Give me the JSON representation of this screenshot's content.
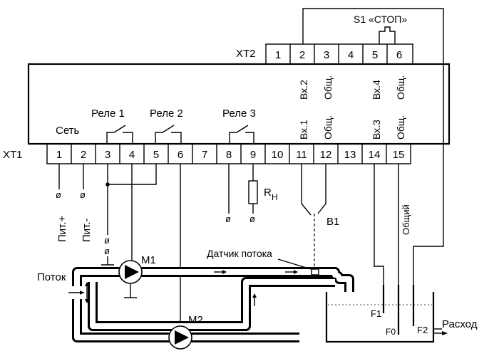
{
  "xt2": {
    "label": "XT2",
    "terminals": [
      "1",
      "2",
      "3",
      "4",
      "5",
      "6"
    ]
  },
  "xt1": {
    "label": "XT1",
    "terminals": [
      "1",
      "2",
      "3",
      "4",
      "5",
      "6",
      "7",
      "8",
      "9",
      "10",
      "11",
      "12",
      "13",
      "14",
      "15"
    ]
  },
  "stop_switch_label": "S1 «СТОП»",
  "device_labels": {
    "set": "Сеть",
    "relay1": "Реле 1",
    "relay2": "Реле 2",
    "relay3": "Реле 3",
    "in1": "Вх.1",
    "com_a": "Общ.",
    "in2": "Вх.2",
    "com_b": "Общ.",
    "in3": "Вх.3",
    "com_c": "Общ.",
    "in4": "Вх.4",
    "com_d": "Общ."
  },
  "power": {
    "plus": "Пит.+",
    "minus": "Пит.-"
  },
  "load_resistor": {
    "main": "R",
    "sub": "Н"
  },
  "switch_b1": "B1",
  "common_wire": "Общий",
  "flow_sensor": "Датчик потока",
  "pumps": {
    "m1": "М1",
    "m2": "М2"
  },
  "flow_in": "Поток",
  "outflow": "Расход",
  "tank_sensors": {
    "f1": "F1",
    "f0": "F0",
    "f2": "F2"
  }
}
